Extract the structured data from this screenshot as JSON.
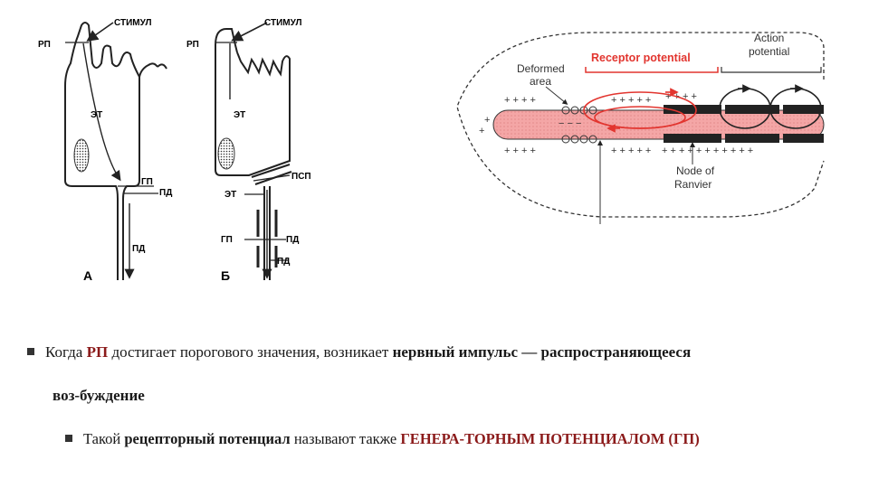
{
  "figure_a": {
    "stimulus": "СТИМУЛ",
    "rp": "РП",
    "et": "ЭТ",
    "gp": "ГП",
    "pd_top": "ПД",
    "pd_bottom": "ПД",
    "panel": "А"
  },
  "figure_b": {
    "stimulus": "СТИМУЛ",
    "rp": "РП",
    "et_cell": "ЭТ",
    "psp": "ПСП",
    "et_fiber": "ЭТ",
    "gp": "ГП",
    "pd_mid": "ПД",
    "pd_low": "ПД",
    "panel": "Б"
  },
  "figure_c": {
    "receptor_potential": "Receptor potential",
    "action_potential_1": "Action",
    "action_potential_2": "potential",
    "deformed_1": "Deformed",
    "deformed_2": "area",
    "node_1": "Node of",
    "node_2": "Ranvier",
    "colors": {
      "red": "#e2352f",
      "pink": "#f4a6a6",
      "dark": "#222222"
    }
  },
  "bullets": {
    "b1_pre": "Когда ",
    "b1_rp": "РП",
    "b1_mid": " достигает порогового значения, возникает ",
    "b1_bold": "нервный импульс — распространяющееся",
    "b1_cont": "воз-буждение",
    "b2_pre": "Такой ",
    "b2_bold": "рецепторный потенциал",
    "b2_mid": " называют также ",
    "b2_hl": "ГЕНЕРА-ТОРНЫМ  ПОТЕНЦИАЛОМ (ГП)"
  }
}
